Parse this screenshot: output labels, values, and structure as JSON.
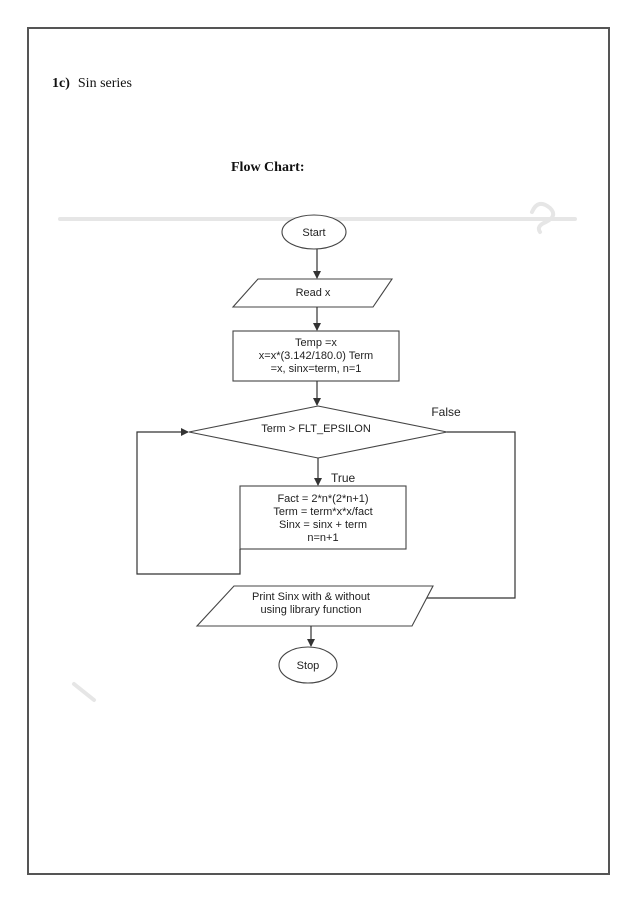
{
  "heading": {
    "number": "1c)",
    "title": "Sin series"
  },
  "section_title": "Flow Chart:",
  "flowchart": {
    "start": "Start",
    "input": "Read x",
    "init": [
      "Temp =x",
      "x=x*(3.142/180.0) Term",
      "=x, sinx=term, n=1"
    ],
    "decision": "Term > FLT_EPSILON",
    "true_label": "True",
    "false_label": "False",
    "loop_body": [
      "Fact = 2*n*(2*n+1)",
      "Term = term*x*x/fact",
      "Sinx = sinx + term",
      "n=n+1"
    ],
    "output": [
      "Print Sinx with & without",
      "using library function"
    ],
    "stop": "Stop"
  },
  "colors": {
    "border": "#555555",
    "shape_stroke": "#444444",
    "text": "#222222"
  }
}
